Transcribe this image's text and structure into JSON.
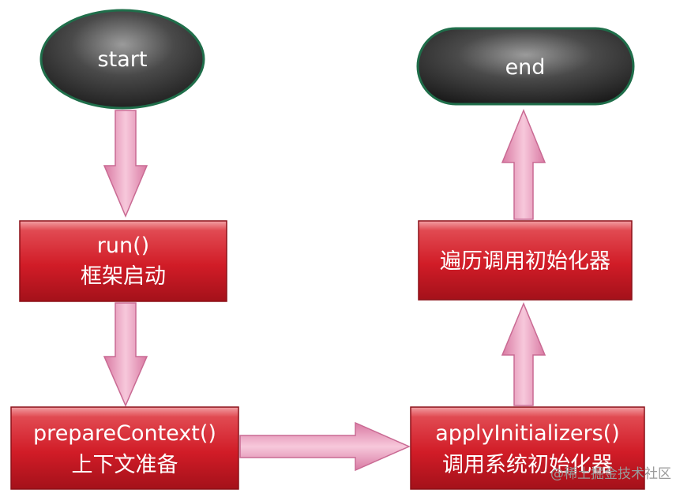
{
  "flowchart": {
    "start": {
      "label": "start"
    },
    "end": {
      "label": "end"
    },
    "run": {
      "line1": "run()",
      "line2": "框架启动"
    },
    "prepare": {
      "line1": "prepareContext()",
      "line2": "上下文准备"
    },
    "apply": {
      "line1": "applyInitializers()",
      "line2": "调用系统初始化器"
    },
    "traverse": {
      "line1": "遍历调用初始化器"
    }
  },
  "watermark": "@稀土掘金技术社区",
  "colors": {
    "terminal_fill": "#3a3a3a",
    "terminal_border": "#1f6e4a",
    "process_fill": "#d51f2a",
    "arrow_fill": "#eca1c2"
  }
}
